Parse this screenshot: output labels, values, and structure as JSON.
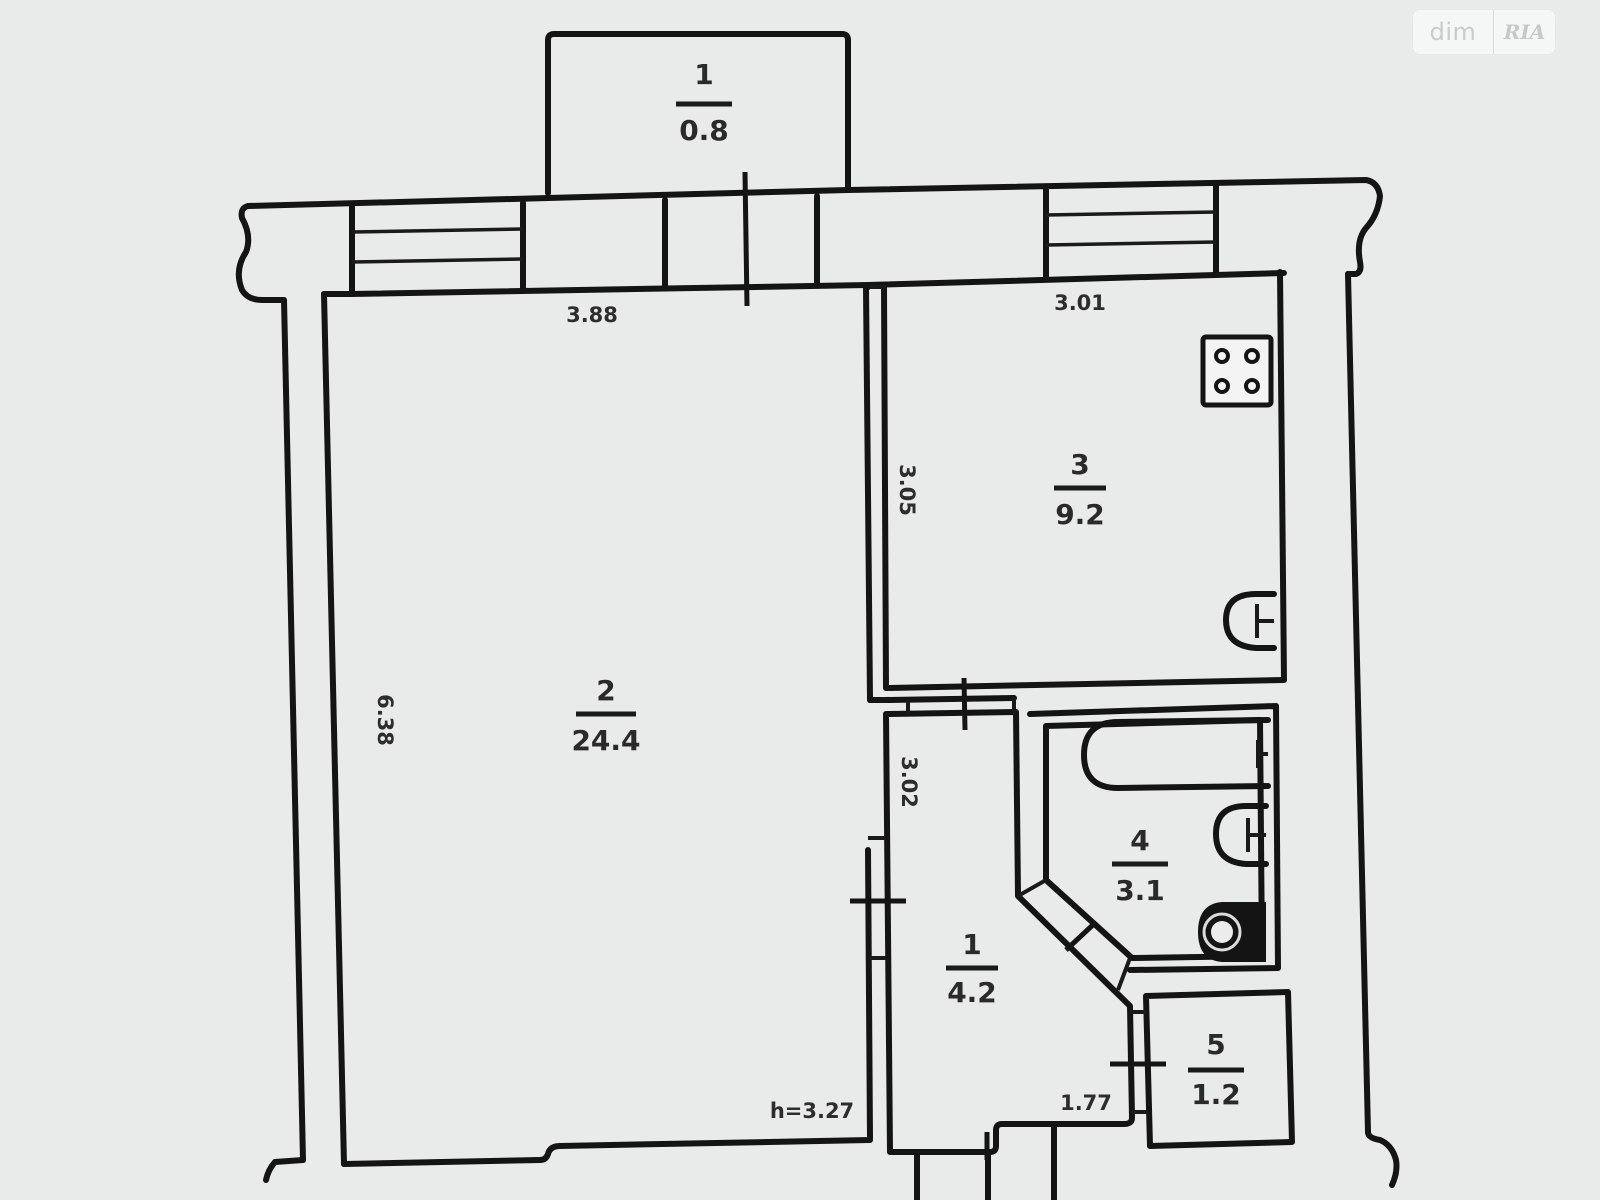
{
  "watermark": {
    "brand_left": "dim",
    "brand_right": "RIA"
  },
  "rooms": [
    {
      "id": "balcony",
      "number": "1",
      "area": "0.8"
    },
    {
      "id": "living-room",
      "number": "2",
      "area": "24.4"
    },
    {
      "id": "kitchen",
      "number": "3",
      "area": "9.2"
    },
    {
      "id": "hallway",
      "number": "1",
      "area": "4.2"
    },
    {
      "id": "bathroom",
      "number": "4",
      "area": "3.1"
    },
    {
      "id": "toilet",
      "number": "5",
      "area": "1.2"
    }
  ],
  "dimensions": {
    "living_width": "3.88",
    "living_length": "6.38",
    "kitchen_width": "3.01",
    "kitchen_length": "3.05",
    "hallway_length": "3.02",
    "hallway_width": "1.77",
    "ceiling_height": "h=3.27"
  },
  "fixtures": [
    {
      "name": "stove",
      "room": "kitchen"
    },
    {
      "name": "kitchen-sink",
      "room": "kitchen"
    },
    {
      "name": "bathtub",
      "room": "bathroom"
    },
    {
      "name": "washbasin",
      "room": "bathroom"
    },
    {
      "name": "toilet-bowl",
      "room": "bathroom"
    }
  ],
  "colors": {
    "background": "#e9ebea",
    "lines": "#141414"
  }
}
